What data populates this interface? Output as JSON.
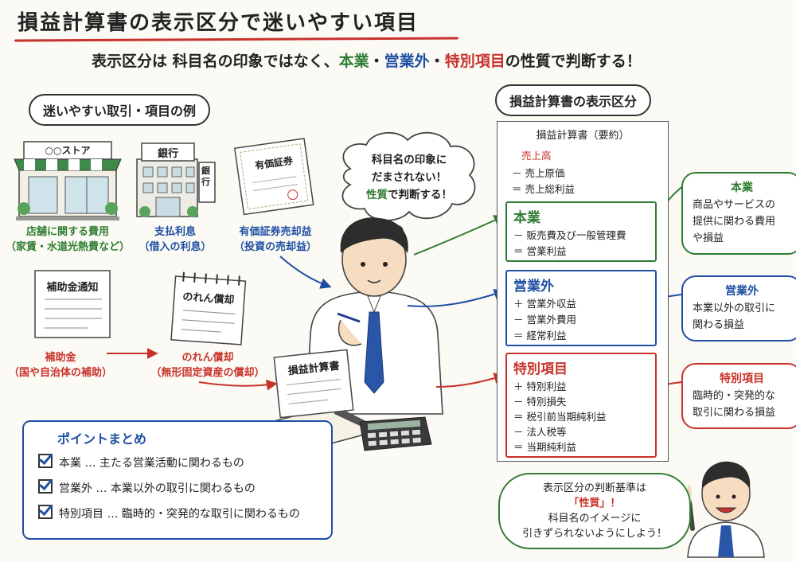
{
  "title": "損益計算書の表示区分で迷いやすい項目",
  "subtitle": {
    "pre": "表示区分は 科目名の印象ではなく、",
    "honngyo": "本業",
    "sep1": "・",
    "eigyogai": "営業外",
    "sep2": "・",
    "tokubetsu": "特別項目",
    "post": "の性質で判断する！"
  },
  "left_heading": "迷いやすい取引・項目の例",
  "right_heading": "損益計算書の表示区分",
  "items": {
    "store_sign": "○○ストア",
    "store_caption1": "店舗に関する費用",
    "store_caption2": "（家賃・水道光熱費など）",
    "bank_sign": "銀行",
    "bank_side_sign": "銀行",
    "bank_caption1": "支払利息",
    "bank_caption2": "（借入の利息）",
    "securities_doc": "有価証券",
    "securities_caption1": "有価証券売却益",
    "securities_caption2": "（投資の売却益）",
    "subsidy_doc": "補助金通知",
    "subsidy_caption1": "補助金",
    "subsidy_caption2": "（国や自治体の補助）",
    "goodwill_doc": "のれん償却",
    "goodwill_caption1": "のれん償却",
    "goodwill_caption2": "（無形固定資産の償却）",
    "pl_paper": "損益計算書"
  },
  "thought": {
    "line1": "科目名の印象に",
    "line2": "だまされない！",
    "line3_a": "性質",
    "line3_b": "で判断する！"
  },
  "statement": {
    "title": "損益計算書（要約）",
    "top_lines": [
      {
        "sign": "",
        "text": "売上高"
      },
      {
        "sign": "－",
        "text": "売上原価"
      },
      {
        "sign": "＝",
        "text": "売上総利益"
      }
    ],
    "sections": [
      {
        "name": "本業",
        "lines": [
          {
            "sign": "－",
            "text": "販売費及び一般管理費"
          },
          {
            "sign": "＝",
            "text": "営業利益"
          }
        ]
      },
      {
        "name": "営業外",
        "lines": [
          {
            "sign": "＋",
            "text": "営業外収益"
          },
          {
            "sign": "－",
            "text": "営業外費用"
          },
          {
            "sign": "＝",
            "text": "経常利益"
          }
        ]
      },
      {
        "name": "特別項目",
        "lines": [
          {
            "sign": "＋",
            "text": "特別利益"
          },
          {
            "sign": "－",
            "text": "特別損失"
          },
          {
            "sign": "＝",
            "text": "税引前当期純利益"
          },
          {
            "sign": "－",
            "text": "法人税等"
          },
          {
            "sign": "＝",
            "text": "当期純利益"
          }
        ]
      }
    ]
  },
  "notes": [
    {
      "name": "本業",
      "line1": "商品やサービスの",
      "line2": "提供に関わる費用",
      "line3": "や損益"
    },
    {
      "name": "営業外",
      "line1": "本業以外の取引に",
      "line2": "関わる損益",
      "line3": ""
    },
    {
      "name": "特別項目",
      "line1": "臨時的・突発的な",
      "line2": "取引に関わる損益",
      "line3": ""
    }
  ],
  "points": {
    "heading": "ポイントまとめ",
    "rows": [
      {
        "name": "本業",
        "desc": "… 主たる営業活動に関わるもの"
      },
      {
        "name": "営業外",
        "desc": "… 本業以外の取引に関わるもの"
      },
      {
        "name": "特別項目",
        "desc": "… 臨時的・突発的な取引に関わるもの"
      }
    ]
  },
  "bottom_bubble": {
    "line1": "表示区分の判断基準は",
    "line2": "「性質」！",
    "line3": "科目名のイメージに",
    "line4": "引きずられないようにしよう！"
  },
  "colors": {
    "honngyo": "#2f7d32",
    "eigyogai": "#1f4fa3",
    "tokubetsu": "#c8322b"
  }
}
